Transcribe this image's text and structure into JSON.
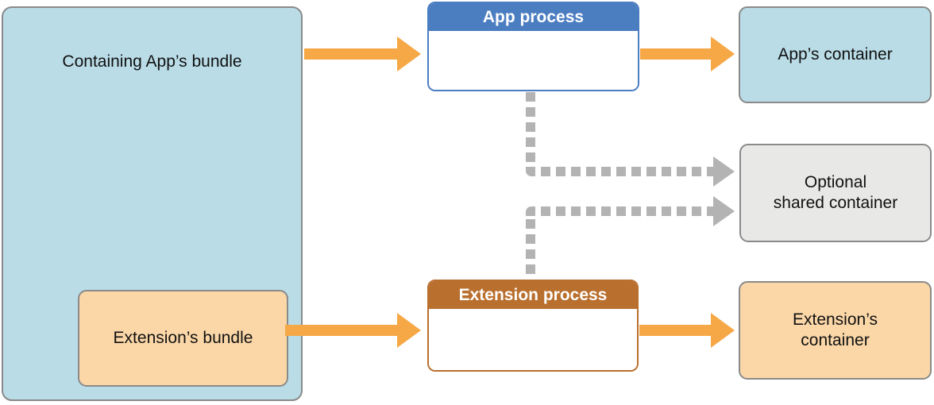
{
  "colors": {
    "light_blue": "#b9dce6",
    "light_orange": "#fbd7a8",
    "light_gray": "#e8e9e6",
    "blue_header": "#4b7dc1",
    "brown_header": "#b96f2e",
    "arrow_orange": "#f5a845",
    "arrow_gray": "#b3b3b3",
    "border_gray": "#8a8a8a",
    "text": "#111111"
  },
  "diagram": {
    "bundles": {
      "containing_app_label": "Containing App’s bundle",
      "extension_label": "Extension’s bundle"
    },
    "processes": {
      "app_label": "App process",
      "extension_label": "Extension process"
    },
    "containers": {
      "app_label": "App’s container",
      "shared_label": "Optional\nshared container",
      "extension_label": "Extension’s\ncontainer"
    }
  }
}
